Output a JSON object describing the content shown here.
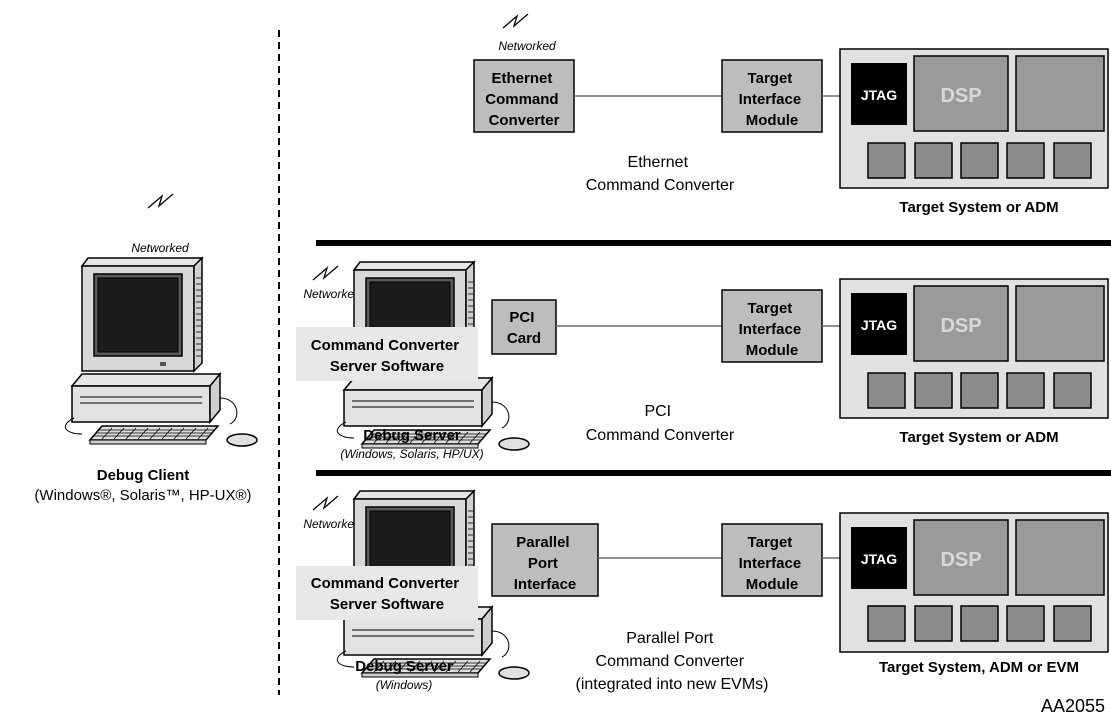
{
  "client": {
    "networked": "Networked",
    "title": "Debug Client",
    "os": "(Windows®, Solaris™, HP-UX®)"
  },
  "rows": [
    {
      "id": "ethernet",
      "networked": "Networked",
      "converter_box": [
        "Ethernet",
        "Command",
        "Converter"
      ],
      "tim_box": [
        "Target",
        "Interface",
        "Module"
      ],
      "caption": [
        "Ethernet",
        "Command Converter"
      ],
      "jtag": "JTAG",
      "dsp": "DSP",
      "system_label": "Target System or ADM"
    },
    {
      "id": "pci",
      "networked": "Networked",
      "converter_box": [
        "PCI",
        "Card"
      ],
      "software": [
        "Command Converter",
        "Server Software"
      ],
      "server_title": "Debug Server",
      "server_os": "(Windows, Solaris, HP/UX)",
      "tim_box": [
        "Target",
        "Interface",
        "Module"
      ],
      "caption": [
        "PCI",
        "Command Converter"
      ],
      "jtag": "JTAG",
      "dsp": "DSP",
      "system_label": "Target System or ADM"
    },
    {
      "id": "parallel",
      "networked": "Networked",
      "converter_box": [
        "Parallel",
        "Port",
        "Interface"
      ],
      "software": [
        "Command Converter",
        "Server Software"
      ],
      "server_title": "Debug Server",
      "server_os": "(Windows)",
      "tim_box": [
        "Target",
        "Interface",
        "Module"
      ],
      "caption": [
        "Parallel Port",
        "Command Converter",
        "(integrated into new EVMs)"
      ],
      "jtag": "JTAG",
      "dsp": "DSP",
      "system_label": "Target System, ADM or EVM"
    }
  ],
  "figure_id": "AA2055"
}
